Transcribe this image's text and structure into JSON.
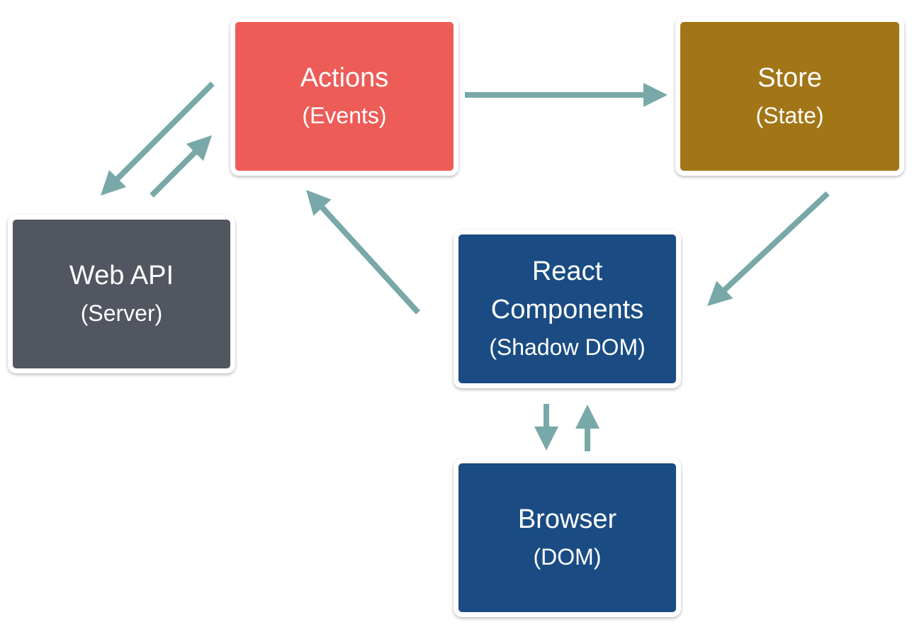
{
  "colors": {
    "arrow": "#79a8a8",
    "actions": "#ee5c58",
    "store": "#a27516",
    "webapi": "#525660",
    "react": "#1a4c83",
    "browser": "#1a4c83"
  },
  "nodes": {
    "actions": {
      "title": "Actions",
      "subtitle": "(Events)"
    },
    "store": {
      "title": "Store",
      "subtitle": "(State)"
    },
    "webapi": {
      "title": "Web API",
      "subtitle": "(Server)"
    },
    "react": {
      "title_line1": "React",
      "title_line2": "Components",
      "subtitle": "(Shadow DOM)"
    },
    "browser": {
      "title": "Browser",
      "subtitle": "(DOM)"
    }
  },
  "edges": [
    {
      "name": "actions-to-store-arrow",
      "from": "actions",
      "to": "store"
    },
    {
      "name": "store-to-react-arrow",
      "from": "store",
      "to": "react"
    },
    {
      "name": "react-to-actions-arrow",
      "from": "react",
      "to": "actions"
    },
    {
      "name": "actions-to-webapi-arrow",
      "from": "actions",
      "to": "webapi"
    },
    {
      "name": "webapi-to-actions-arrow",
      "from": "webapi",
      "to": "actions"
    },
    {
      "name": "react-to-browser-arrow",
      "from": "react",
      "to": "browser"
    },
    {
      "name": "browser-to-react-arrow",
      "from": "browser",
      "to": "react"
    }
  ]
}
